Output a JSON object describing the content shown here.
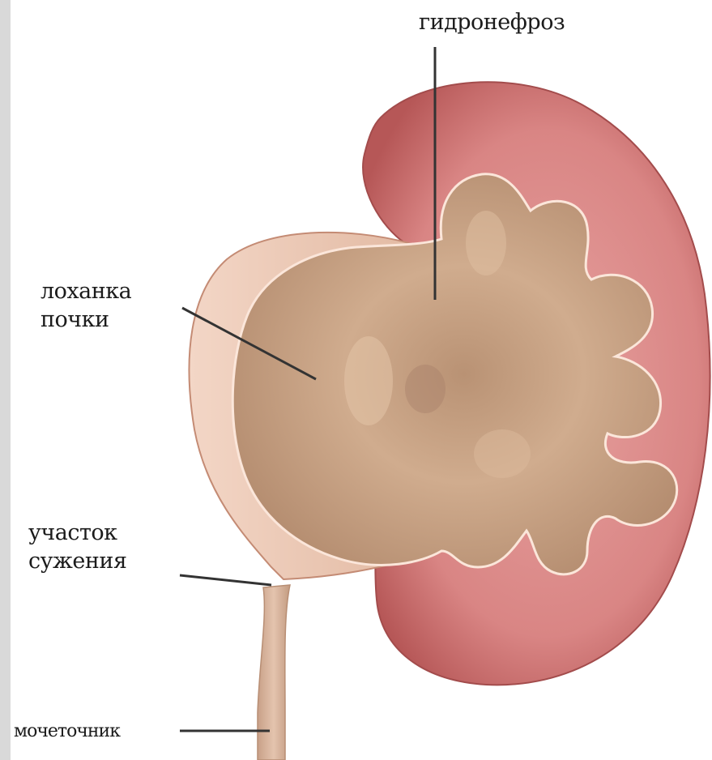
{
  "diagram": {
    "labels": {
      "hydronephrosis": "гидронефроз",
      "renal_pelvis_line1": "лоханка",
      "renal_pelvis_line2": "почки",
      "narrowing_line1": "участок",
      "narrowing_line2": "сужения",
      "ureter": "мочеточник"
    },
    "colors": {
      "kidney_cortex": "#d88a8a",
      "kidney_rim": "#b85858",
      "pelvis": "#caa384",
      "capsule": "#edc9b4",
      "leader_line": "#333333"
    }
  }
}
